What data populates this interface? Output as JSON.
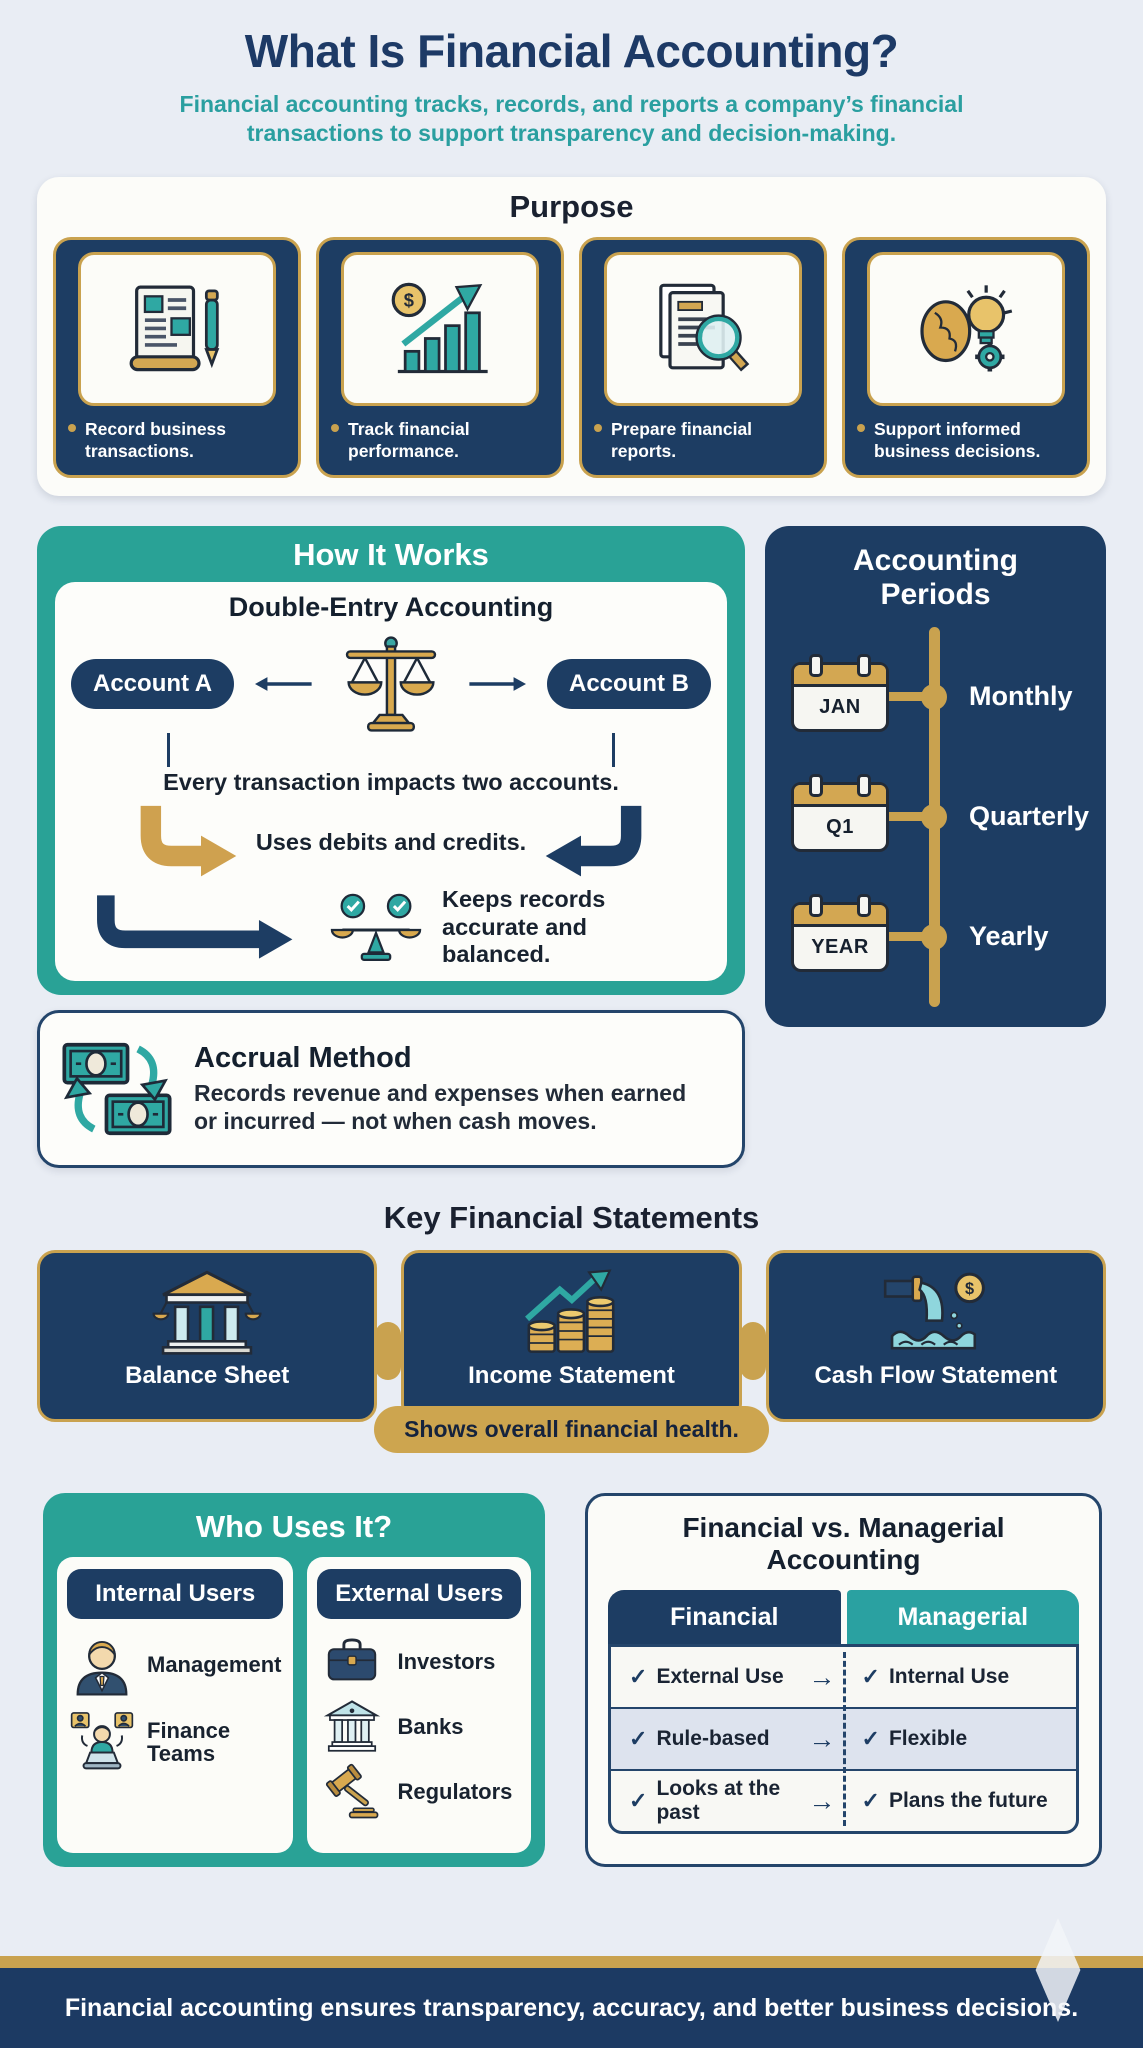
{
  "page": {
    "title": "What Is Financial Accounting?",
    "subtitle": "Financial accounting tracks, records, and reports a company’s financial transactions to support transparency and decision-making.",
    "footer": "Financial accounting ensures transparency, accuracy, and better business decisions."
  },
  "colors": {
    "navy": "#1d3d63",
    "teal": "#29a296",
    "gold": "#c9a24f",
    "background": "#e9edf4",
    "card": "#fcfcf9"
  },
  "symbols": {
    "check": "✓",
    "arrow": "→"
  },
  "purpose": {
    "heading": "Purpose",
    "items": [
      {
        "icon": "ledger-pen-icon",
        "text": "Record business transactions."
      },
      {
        "icon": "growth-chart-icon",
        "text": "Track financial performance."
      },
      {
        "icon": "report-magnifier-icon",
        "text": "Prepare financial reports."
      },
      {
        "icon": "brain-idea-icon",
        "text": "Support informed business decisions."
      }
    ]
  },
  "how_it_works": {
    "heading": "How It Works",
    "subheading": "Double-Entry Accounting",
    "account_a": "Account A",
    "account_b": "Account B",
    "step1": "Every transaction impacts two accounts.",
    "step2": "Uses debits and credits.",
    "step3": "Keeps records accurate and balanced.",
    "accrual": {
      "title": "Accrual Method",
      "text": "Records revenue and expenses when earned or incurred — not when cash moves."
    }
  },
  "periods": {
    "heading": "Accounting Periods",
    "items": [
      {
        "calendar": "JAN",
        "label": "Monthly"
      },
      {
        "calendar": "Q1",
        "label": "Quarterly"
      },
      {
        "calendar": "YEAR",
        "label": "Yearly"
      }
    ]
  },
  "statements": {
    "heading": "Key Financial Statements",
    "cards": [
      {
        "icon": "bank-building-icon",
        "label": "Balance Sheet"
      },
      {
        "icon": "coins-growth-icon",
        "label": "Income Statement"
      },
      {
        "icon": "cash-flow-icon",
        "label": "Cash Flow Statement"
      }
    ],
    "note": "Shows overall financial health."
  },
  "users": {
    "heading": "Who Uses It?",
    "internal": {
      "title": "Internal Users",
      "items": [
        {
          "icon": "manager-icon",
          "label": "Management"
        },
        {
          "icon": "finance-team-icon",
          "label": "Finance Teams"
        }
      ]
    },
    "external": {
      "title": "External Users",
      "items": [
        {
          "icon": "briefcase-icon",
          "label": "Investors"
        },
        {
          "icon": "bank-icon",
          "label": "Banks"
        },
        {
          "icon": "gavel-icon",
          "label": "Regulators"
        }
      ]
    }
  },
  "comparison": {
    "heading": "Financial vs. Managerial Accounting",
    "col_financial": "Financial",
    "col_managerial": "Managerial",
    "rows": [
      {
        "financial": "External Use",
        "managerial": "Internal Use"
      },
      {
        "financial": "Rule-based",
        "managerial": "Flexible"
      },
      {
        "financial": "Looks at the past",
        "managerial": "Plans the future"
      }
    ]
  }
}
